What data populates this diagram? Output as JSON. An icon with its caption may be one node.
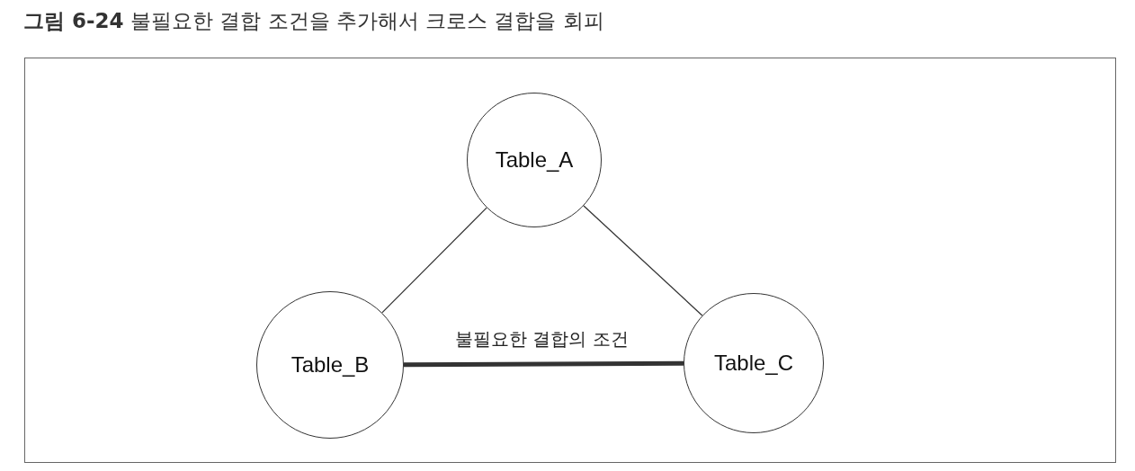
{
  "diagram": {
    "title": "**그림 6-24** 불필요한 결합 조건을 추가해서 크로스 결합을 회피",
    "nodes": [
      {
        "text": [
          "Table_A"
        ]
      },
      {
        "text": [
          "Table_B"
        ]
      },
      {
        "text": [
          "Table_C"
        ]
      }
    ],
    "edges": [
      {
        "from": 0,
        "to": 1,
        "arrow": "none"
      },
      {
        "from": 0,
        "to": 2,
        "arrow": "none"
      },
      {
        "from": 1,
        "to": 2,
        "arrow": "none",
        "style": "thick",
        "label": "불필요한 결합의 조건"
      }
    ]
  }
}
